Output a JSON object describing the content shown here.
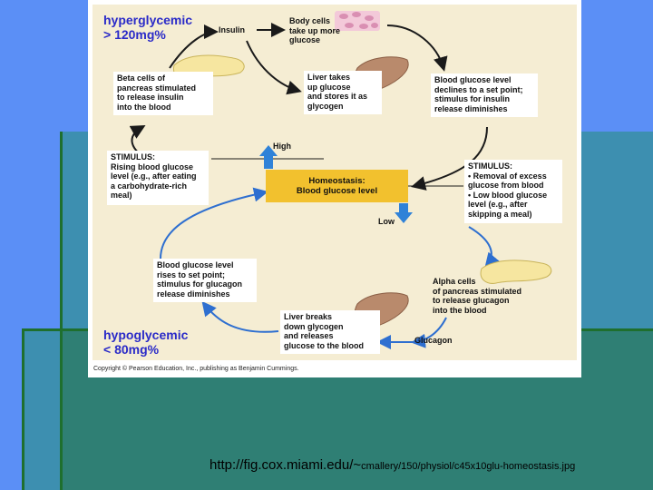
{
  "diagram": {
    "labels": {
      "hyperglycemic": "hyperglycemic\n> 120mg%",
      "hypoglycemic": "hypoglycemic\n< 80mg%",
      "insulin": "Insulin",
      "glucagon": "Glucagon",
      "high": "High",
      "low": "Low"
    },
    "boxes": {
      "body_cells": "Body cells\ntake up more\nglucose",
      "liver_takes": "Liver takes\nup glucose\nand stores it as\nglycogen",
      "beta_cells": "Beta cells of\npancreas stimulated\nto release insulin\ninto the blood",
      "declines": "Blood glucose level\ndeclines to a set point;\nstimulus for insulin\nrelease diminishes",
      "stimulus_rising": "STIMULUS:\nRising blood glucose\nlevel (e.g., after eating\na carbohydrate-rich\nmeal)",
      "stimulus_removal": "STIMULUS:\n• Removal of excess\n  glucose from blood\n• Low blood glucose\n  level (e.g., after\n  skipping a meal)",
      "homeostasis_title": "Homeostasis:",
      "homeostasis_sub": "Blood glucose level",
      "rises": "Blood glucose level\nrises to set point;\nstimulus for glucagon\nrelease diminishes",
      "alpha_cells": "Alpha cells\nof pancreas stimulated\nto release glucagon\ninto the blood",
      "liver_breaks": "Liver breaks\ndown glycogen\nand releases\nglucose to the blood"
    },
    "copyright": "Copyright © Pearson Education, Inc., publishing as Benjamin Cummings."
  },
  "footer": {
    "url_main": "http://fig.cox.miami.edu/~",
    "url_rest": "cmallery/150/physiol/c45x10glu-homeostasis.jpg"
  },
  "colors": {
    "loop_arrow": "#1a1a1a",
    "lower_arrow": "#2e6fd0",
    "high_arrow": "#2f82d8",
    "homeostasis_box": "#f2c12e"
  }
}
